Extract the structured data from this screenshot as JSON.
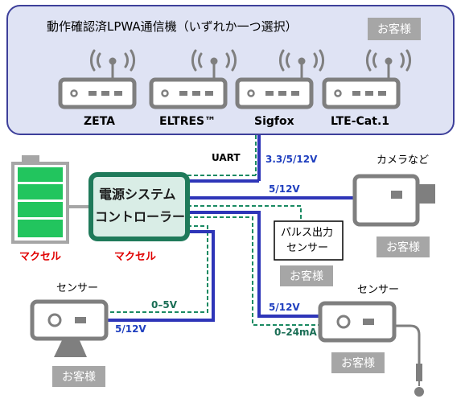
{
  "header": {
    "title": "動作確認済LPWA通信機（いずれか一つ選択）",
    "customer_badge": "お客様"
  },
  "devices": [
    {
      "label": "ZETA"
    },
    {
      "label": "ELTRES™"
    },
    {
      "label": "Sigfox"
    },
    {
      "label": "LTE-Cat.1"
    }
  ],
  "controller": {
    "line1": "電源システム",
    "line2": "コントローラー",
    "maker": "マクセル"
  },
  "battery": {
    "maker": "マクセル"
  },
  "connections": {
    "uart": "UART",
    "power_lpwa": "3.3/5/12V",
    "power_camera": "5/12V",
    "sensor_left_signal": "0–5V",
    "sensor_left_power": "5/12V",
    "sensor_right_power": "5/12V",
    "sensor_right_signal": "0–24mA"
  },
  "camera": {
    "label": "カメラなど",
    "owner": "お客様"
  },
  "pulse_sensor": {
    "line1": "パルス出力",
    "line2": "センサー",
    "owner": "お客様"
  },
  "sensor_left": {
    "label": "センサー",
    "owner": "お客様"
  },
  "sensor_right": {
    "label": "センサー",
    "owner": "お客様"
  },
  "colors": {
    "panel_fill": "#dfe3f4",
    "panel_border": "#3d3f9a",
    "controller_fill": "#1f7a5a",
    "controller_inner": "#d9ede6",
    "battery_green": "#22c55e",
    "power_line": "#2e35b8",
    "signal_line": "#1a8a62",
    "device_grey": "#7f7f7f",
    "badge_grey": "#a6a6a6",
    "maker_red": "#e00000"
  }
}
